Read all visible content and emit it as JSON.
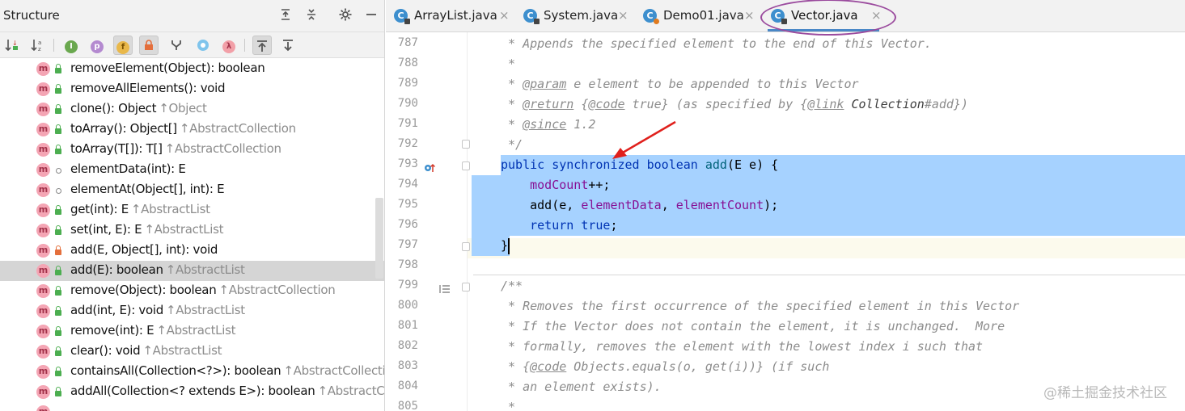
{
  "structure": {
    "title": "Structure",
    "header_icons": [
      "expand-all-icon",
      "collapse-all-icon",
      "gear-icon",
      "minimize-icon"
    ],
    "toolbar": {
      "buttons": [
        "sort-by-visibility-icon",
        "sort-alphabetically-icon",
        "show-inherited-icon",
        "show-properties-icon",
        "show-fields-icon",
        "show-non-public-icon",
        "show-anonymous-icon",
        "show-lambdas-icon",
        "show-lambdas-alt-icon",
        "autoscroll-to-source-icon",
        "autoscroll-from-source-icon"
      ],
      "badges": {
        "inherited": "I",
        "properties": "p",
        "fields": "f",
        "lambda": "λ"
      }
    },
    "items": [
      {
        "sig": "removeElement(Object): boolean",
        "inherited": "",
        "vis": "pub"
      },
      {
        "sig": "removeAllElements(): void",
        "inherited": "",
        "vis": "pub"
      },
      {
        "sig": "clone(): Object",
        "inherited": "Object",
        "vis": "pub"
      },
      {
        "sig": "toArray(): Object[]",
        "inherited": "AbstractCollection",
        "vis": "pub"
      },
      {
        "sig": "toArray(T[]): T[]",
        "inherited": "AbstractCollection",
        "vis": "pub"
      },
      {
        "sig": "elementData(int): E",
        "inherited": "",
        "vis": "pkg"
      },
      {
        "sig": "elementAt(Object[], int): E",
        "inherited": "",
        "vis": "pkg"
      },
      {
        "sig": "get(int): E",
        "inherited": "AbstractList",
        "vis": "pub"
      },
      {
        "sig": "set(int, E): E",
        "inherited": "AbstractList",
        "vis": "pub"
      },
      {
        "sig": "add(E, Object[], int): void",
        "inherited": "",
        "vis": "priv"
      },
      {
        "sig": "add(E): boolean",
        "inherited": "AbstractList",
        "vis": "pub",
        "selected": true
      },
      {
        "sig": "remove(Object): boolean",
        "inherited": "AbstractCollection",
        "vis": "pub"
      },
      {
        "sig": "add(int, E): void",
        "inherited": "AbstractList",
        "vis": "pub"
      },
      {
        "sig": "remove(int): E",
        "inherited": "AbstractList",
        "vis": "pub"
      },
      {
        "sig": "clear(): void",
        "inherited": "AbstractList",
        "vis": "pub"
      },
      {
        "sig": "containsAll(Collection<?>): boolean",
        "inherited": "AbstractCollecti",
        "vis": "pub"
      },
      {
        "sig": "addAll(Collection<? extends E>): boolean",
        "inherited": "AbstractCo",
        "vis": "pub"
      }
    ],
    "method_badge": "m"
  },
  "editor": {
    "tabs": [
      {
        "label": "ArrayList.java",
        "icon": "class-icon",
        "icon_letter": "C",
        "close": "×"
      },
      {
        "label": "System.java",
        "icon": "class-icon",
        "icon_letter": "C",
        "close": "×"
      },
      {
        "label": "Demo01.java",
        "icon": "class-icon",
        "icon_letter": "C",
        "close": "×"
      },
      {
        "label": "Vector.java",
        "icon": "class-icon",
        "icon_letter": "C",
        "close": "×",
        "active": true
      }
    ],
    "line_numbers": [
      "787",
      "788",
      "789",
      "790",
      "791",
      "792",
      "793",
      "794",
      "795",
      "796",
      "797",
      "798",
      "799",
      "800",
      "801",
      "802",
      "803",
      "804",
      "805"
    ],
    "code": {
      "l787": " * Appends the specified element to the end of this Vector.",
      "l788": " *",
      "l789_pre": " * ",
      "l789_tag": "@param",
      "l789_post": " e element to be appended to this Vector",
      "l790_pre": " * ",
      "l790_tag": "@return",
      "l790_a": " {",
      "l790_code": "@code",
      "l790_b": " true} (as specified by {",
      "l790_link": "@link",
      "l790_c": " Collection",
      "l790_d": "#add})",
      "l791_pre": " * ",
      "l791_tag": "@since",
      "l791_post": " 1.2",
      "l792": " */",
      "l793_kw1": "public",
      "l793_kw2": "synchronized",
      "l793_kw3": "boolean",
      "l793_name": "add",
      "l793_rest": "(E e) {",
      "l794_fld": "modCount",
      "l794_rest": "++;",
      "l795_a": "add(e, ",
      "l795_f1": "elementData",
      "l795_b": ", ",
      "l795_f2": "elementCount",
      "l795_c": ");",
      "l796_kw": "return",
      "l796_kw2": "true",
      "l796_c": ";",
      "l797": "}",
      "l799": "/**",
      "l800": " * Removes the first occurrence of the specified element in this Vector",
      "l801": " * If the Vector does not contain the element, it is unchanged.  More",
      "l802": " * formally, removes the element with the lowest index i such that",
      "l803_pre": " * {",
      "l803_tag": "@code",
      "l803_post": " Objects.equals(o, get(i))} (if such",
      "l804": " * an element exists).",
      "l805": " *"
    }
  },
  "watermark": "@稀土掘金技术社区",
  "colors": {
    "selection": "#a6d2ff",
    "keyword": "#0033b3",
    "field": "#871094",
    "comment": "#8c8c8c",
    "annotation_arrow": "#e0201c",
    "annotation_oval": "#9b4b9e",
    "method_badge": "#f4a5b4"
  }
}
